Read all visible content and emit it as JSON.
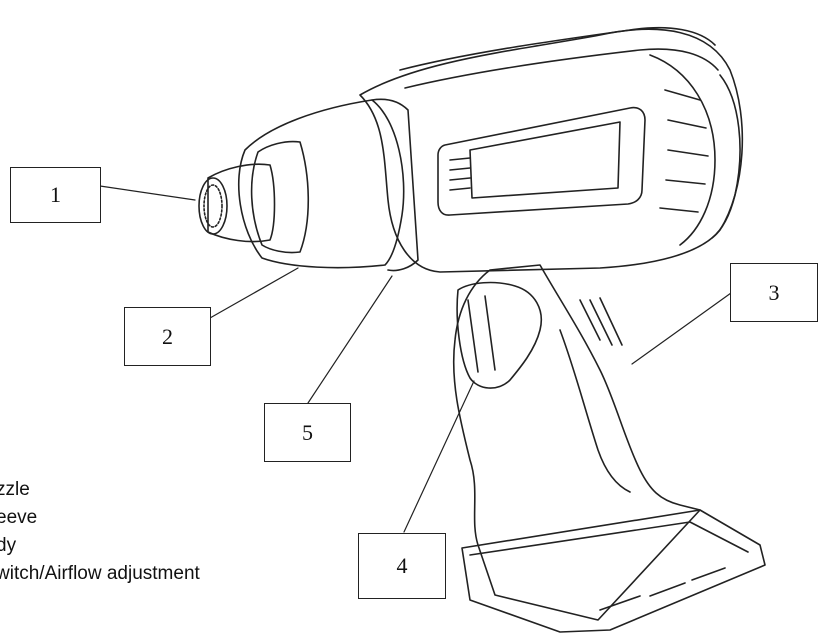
{
  "callouts": [
    {
      "number": "1"
    },
    {
      "number": "2"
    },
    {
      "number": "3"
    },
    {
      "number": "4"
    },
    {
      "number": "5"
    }
  ],
  "legend": [
    "zzle",
    "eeve",
    "dy",
    "witch/Airflow adjustment"
  ],
  "colors": {
    "line": "#222222",
    "background": "#ffffff"
  }
}
